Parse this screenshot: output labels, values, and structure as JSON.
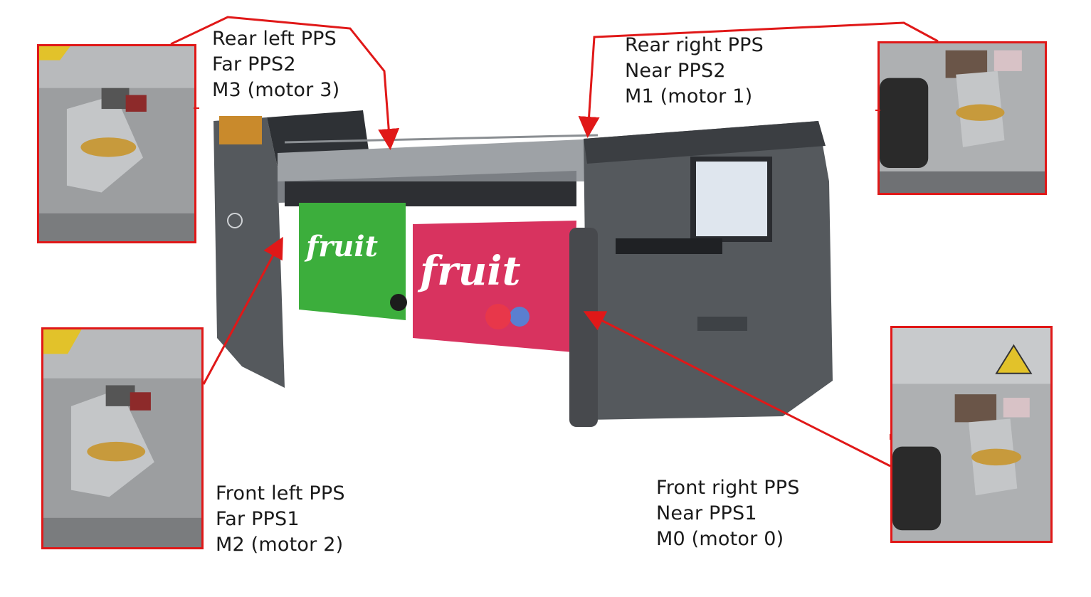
{
  "callouts": {
    "rear_left": {
      "line1": "Rear left PPS",
      "line2": "Far PPS2",
      "line3": "M3 (motor 3)"
    },
    "rear_right": {
      "line1": "Rear right PPS",
      "line2": "Near PPS2",
      "line3": "M1 (motor 1)"
    },
    "front_left": {
      "line1": "Front left PPS",
      "line2": "Far PPS1",
      "line3": "M2 (motor 2)"
    },
    "front_right": {
      "line1": "Front right PPS",
      "line2": "Near PPS1",
      "line3": "M0 (motor 0)"
    }
  },
  "colors": {
    "callout_red": "#e01818",
    "printer_body": "#55595d",
    "printer_dark": "#3b3e42",
    "banner_green": "#3cae3c",
    "banner_pink": "#d8335f"
  },
  "icons": {
    "warning": "warning-triangle-icon",
    "brand_logo": "hp-logo-icon"
  }
}
